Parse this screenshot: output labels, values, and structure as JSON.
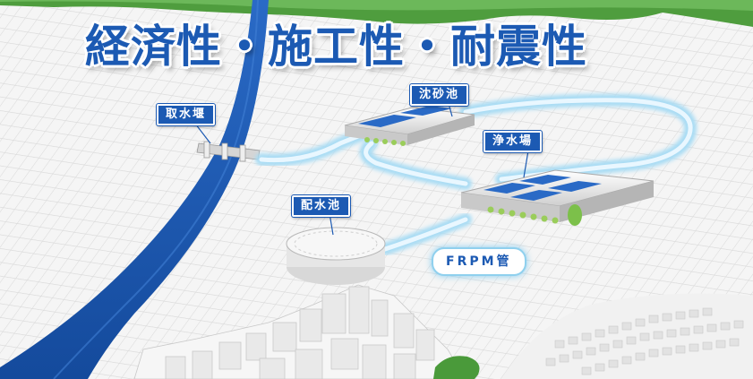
{
  "title": "経済性・施工性・耐震性",
  "labels": {
    "intake_weir": "取水堰",
    "settling_basin": "沈砂池",
    "water_purification_plant": "浄水場",
    "distribution_reservoir": "配水池",
    "frpm_pipe": "FRPM管"
  },
  "colors": {
    "river": "#1c5ab3",
    "label_bg": "#1c5ab3",
    "pipe_glow": "#a8dcf4",
    "grass": "#4a9a3a",
    "ground": "#f3f3f3"
  }
}
